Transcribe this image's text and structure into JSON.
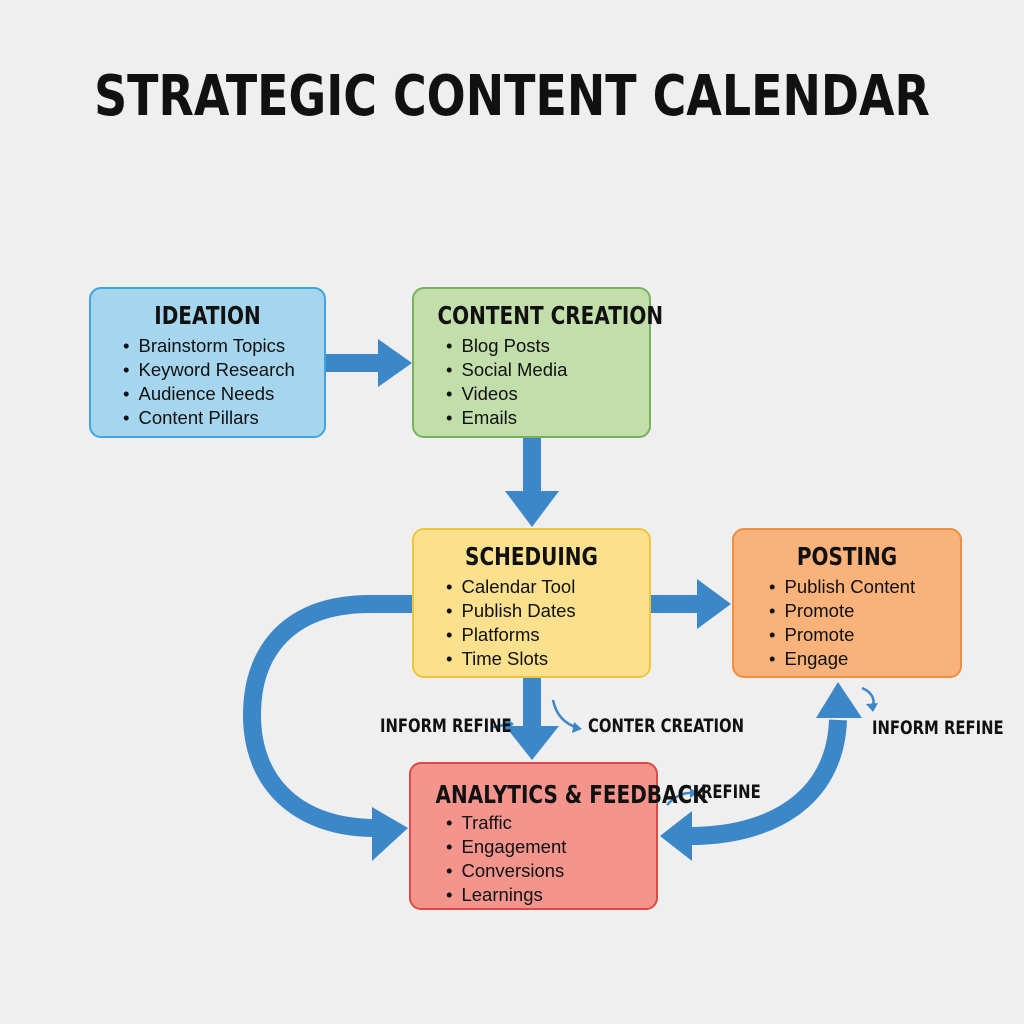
{
  "title": "STRATEGIC CONTENT CALENDAR",
  "boxes": {
    "ideation": {
      "title": "IDEATION",
      "items": [
        "Brainstorm Topics",
        "Keyword Research",
        "Audience Needs",
        "Content Pillars"
      ]
    },
    "creation": {
      "title": "CONTENT CREATION",
      "items": [
        "Blog Posts",
        "Social Media",
        "Videos",
        "Emails"
      ]
    },
    "scheduling": {
      "title": "SCHEDUING",
      "items": [
        "Calendar Tool",
        "Publish Dates",
        "Platforms",
        "Time Slots"
      ]
    },
    "posting": {
      "title": "POSTING",
      "items": [
        "Publish Content",
        "Promote",
        "Promote",
        "Engage"
      ]
    },
    "analytics": {
      "title": "ANALYTICS & FEEDBACK",
      "items": [
        "Traffic",
        "Engagement",
        "Conversions",
        "Learnings"
      ]
    }
  },
  "labels": {
    "inform_refine_left": "INFORM REFINE",
    "conter_creation": "CONTER CREATION",
    "inform_refine_right": "INFORM REFINE",
    "refine": "REFINE"
  },
  "colors": {
    "arrow": "#3b87c8",
    "ideation_fill": "#a5d6ee",
    "creation_fill": "#c2deab",
    "scheduling_fill": "#fbe18e",
    "posting_fill": "#f8b27a",
    "analytics_fill": "#f3958c"
  }
}
